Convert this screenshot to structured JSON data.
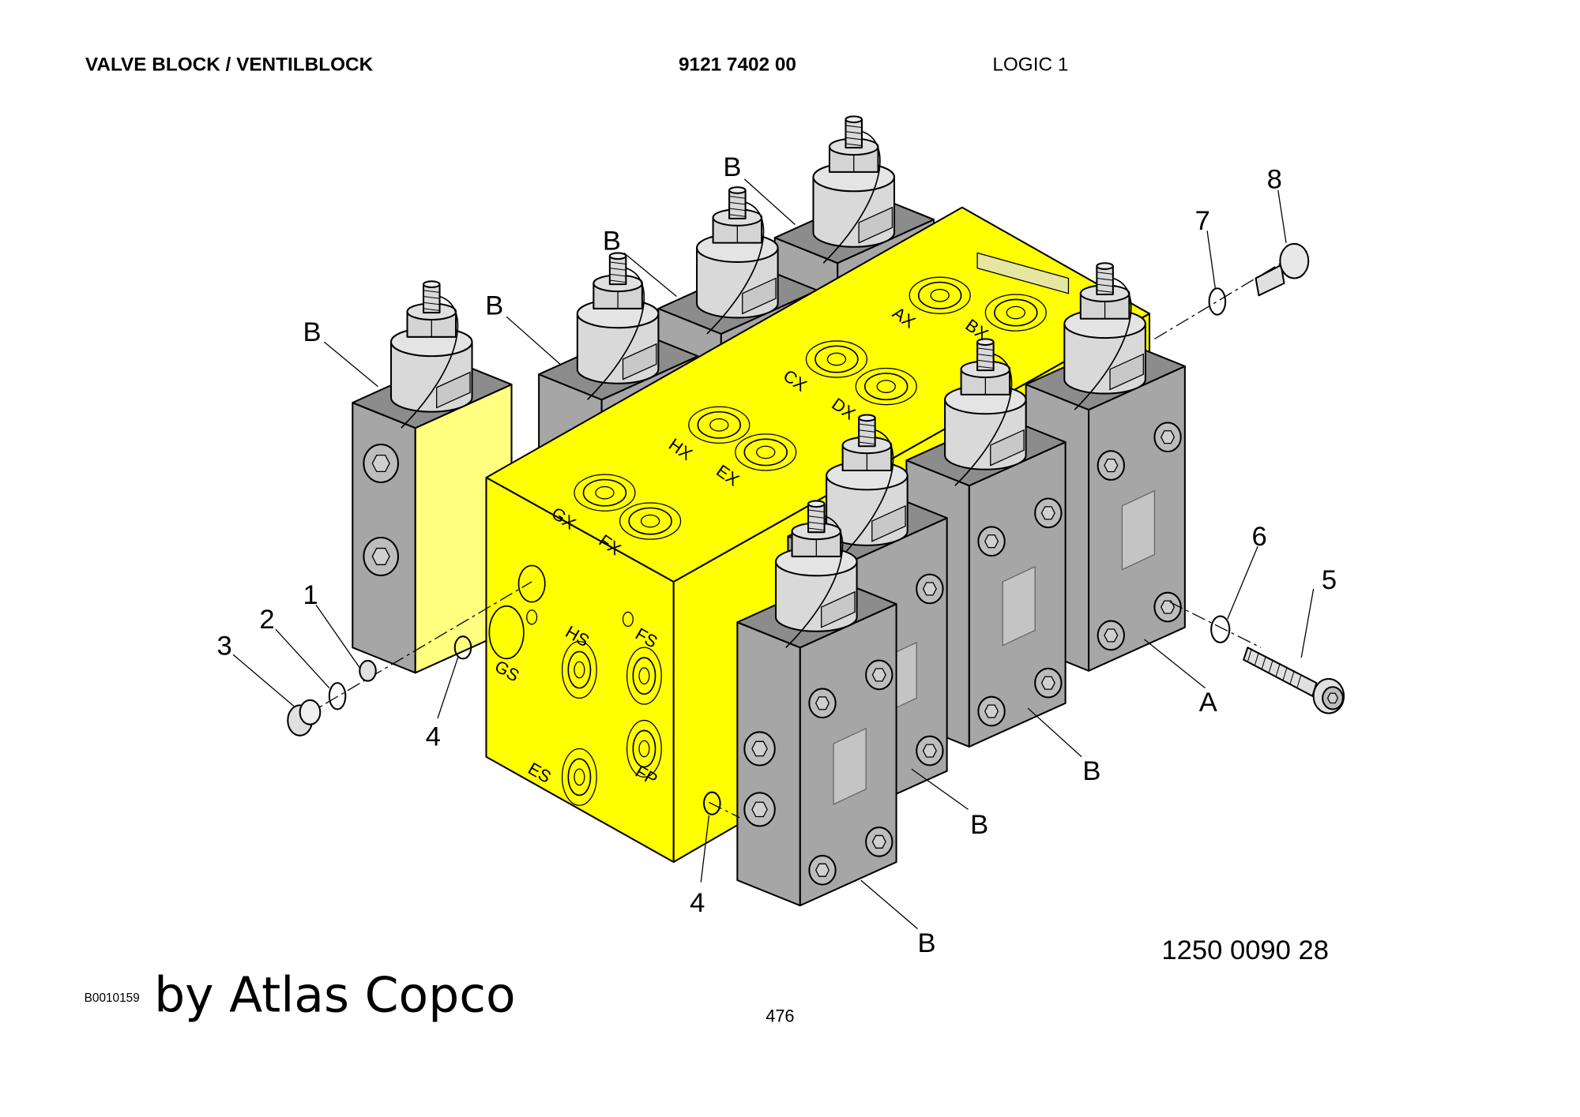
{
  "header": {
    "title": "VALVE BLOCK / VENTILBLOCK",
    "part_number": "9121 7402 00",
    "section": "LOGIC 1"
  },
  "footer": {
    "drawing_id": "B0010159",
    "watermark": "by Atlas Copco",
    "page_number": "476",
    "reference_number": "1250 0090 28"
  },
  "callouts": {
    "b1": "B",
    "b2": "B",
    "b3": "B",
    "b4": "B",
    "b5": "B",
    "b6": "B",
    "b7": "B",
    "p1": "1",
    "p2": "2",
    "p3": "3",
    "p4a": "4",
    "p4b": "4",
    "p5": "5",
    "p6": "6",
    "p7": "7",
    "p8": "8",
    "a": "A"
  },
  "ports": {
    "gx": "GX",
    "fx": "FX",
    "hx": "HX",
    "ex": "EX",
    "cx": "CX",
    "dx": "DX",
    "ax": "AX",
    "bx": "BX",
    "gs": "GS",
    "hs": "HS",
    "fs": "FS",
    "es": "ES",
    "fp": "FP"
  },
  "colors": {
    "block": "#ffff00",
    "block_side": "#ffff80",
    "valve": "#a6a6a6",
    "valve_dark": "#8c8c8c",
    "cap": "#d9d9d9"
  }
}
